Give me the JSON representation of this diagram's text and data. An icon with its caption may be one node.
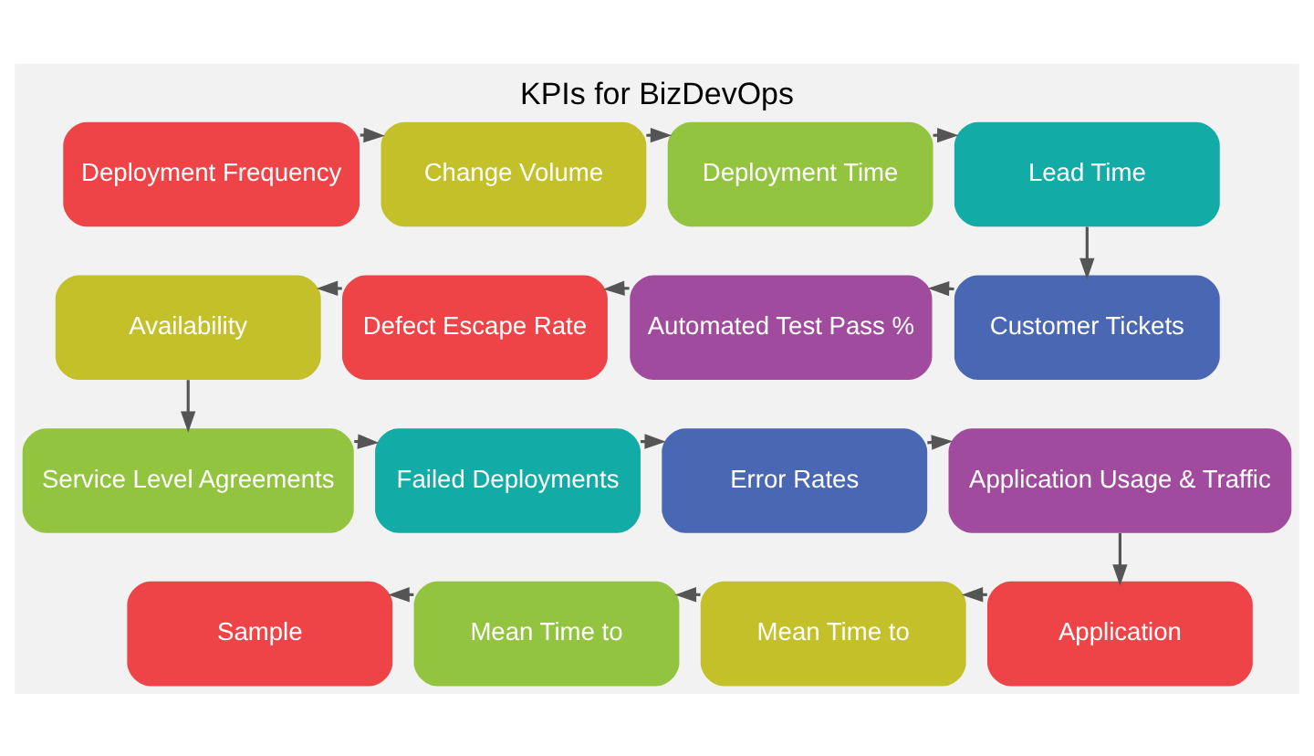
{
  "diagram": {
    "title": "KPIs for BizDevOps",
    "nodes": [
      {
        "text": [
          "Deployment Frequency"
        ]
      },
      {
        "text": [
          "Change Volume"
        ]
      },
      {
        "text": [
          "Deployment Time"
        ]
      },
      {
        "text": [
          "Lead Time"
        ]
      },
      {
        "text": [
          "Availability"
        ]
      },
      {
        "text": [
          "Defect Escape Rate"
        ]
      },
      {
        "text": [
          "Automated Test Pass %"
        ]
      },
      {
        "text": [
          "Customer Tickets"
        ]
      },
      {
        "text": [
          "Service Level Agreements"
        ]
      },
      {
        "text": [
          "Failed Deployments"
        ]
      },
      {
        "text": [
          "Error Rates"
        ]
      },
      {
        "text": [
          "Application Usage & Traffic"
        ]
      },
      {
        "text": [
          "Sample"
        ]
      },
      {
        "text": [
          "Mean Time to"
        ]
      },
      {
        "text": [
          "Mean Time to"
        ]
      },
      {
        "text": [
          "Application"
        ]
      }
    ],
    "edges": [
      {
        "from": 0,
        "to": 1,
        "arrow": "to"
      },
      {
        "from": 1,
        "to": 2,
        "arrow": "to"
      },
      {
        "from": 2,
        "to": 3,
        "arrow": "to"
      },
      {
        "from": 3,
        "to": 7,
        "arrow": "to"
      },
      {
        "from": 7,
        "to": 6,
        "arrow": "to"
      },
      {
        "from": 6,
        "to": 5,
        "arrow": "to"
      },
      {
        "from": 5,
        "to": 4,
        "arrow": "to"
      },
      {
        "from": 4,
        "to": 8,
        "arrow": "to"
      },
      {
        "from": 8,
        "to": 9,
        "arrow": "to"
      },
      {
        "from": 9,
        "to": 10,
        "arrow": "to"
      },
      {
        "from": 10,
        "to": 11,
        "arrow": "to"
      },
      {
        "from": 11,
        "to": 15,
        "arrow": "to"
      },
      {
        "from": 15,
        "to": 14,
        "arrow": "to"
      },
      {
        "from": 14,
        "to": 13,
        "arrow": "to"
      },
      {
        "from": 13,
        "to": 12,
        "arrow": "to"
      }
    ]
  }
}
